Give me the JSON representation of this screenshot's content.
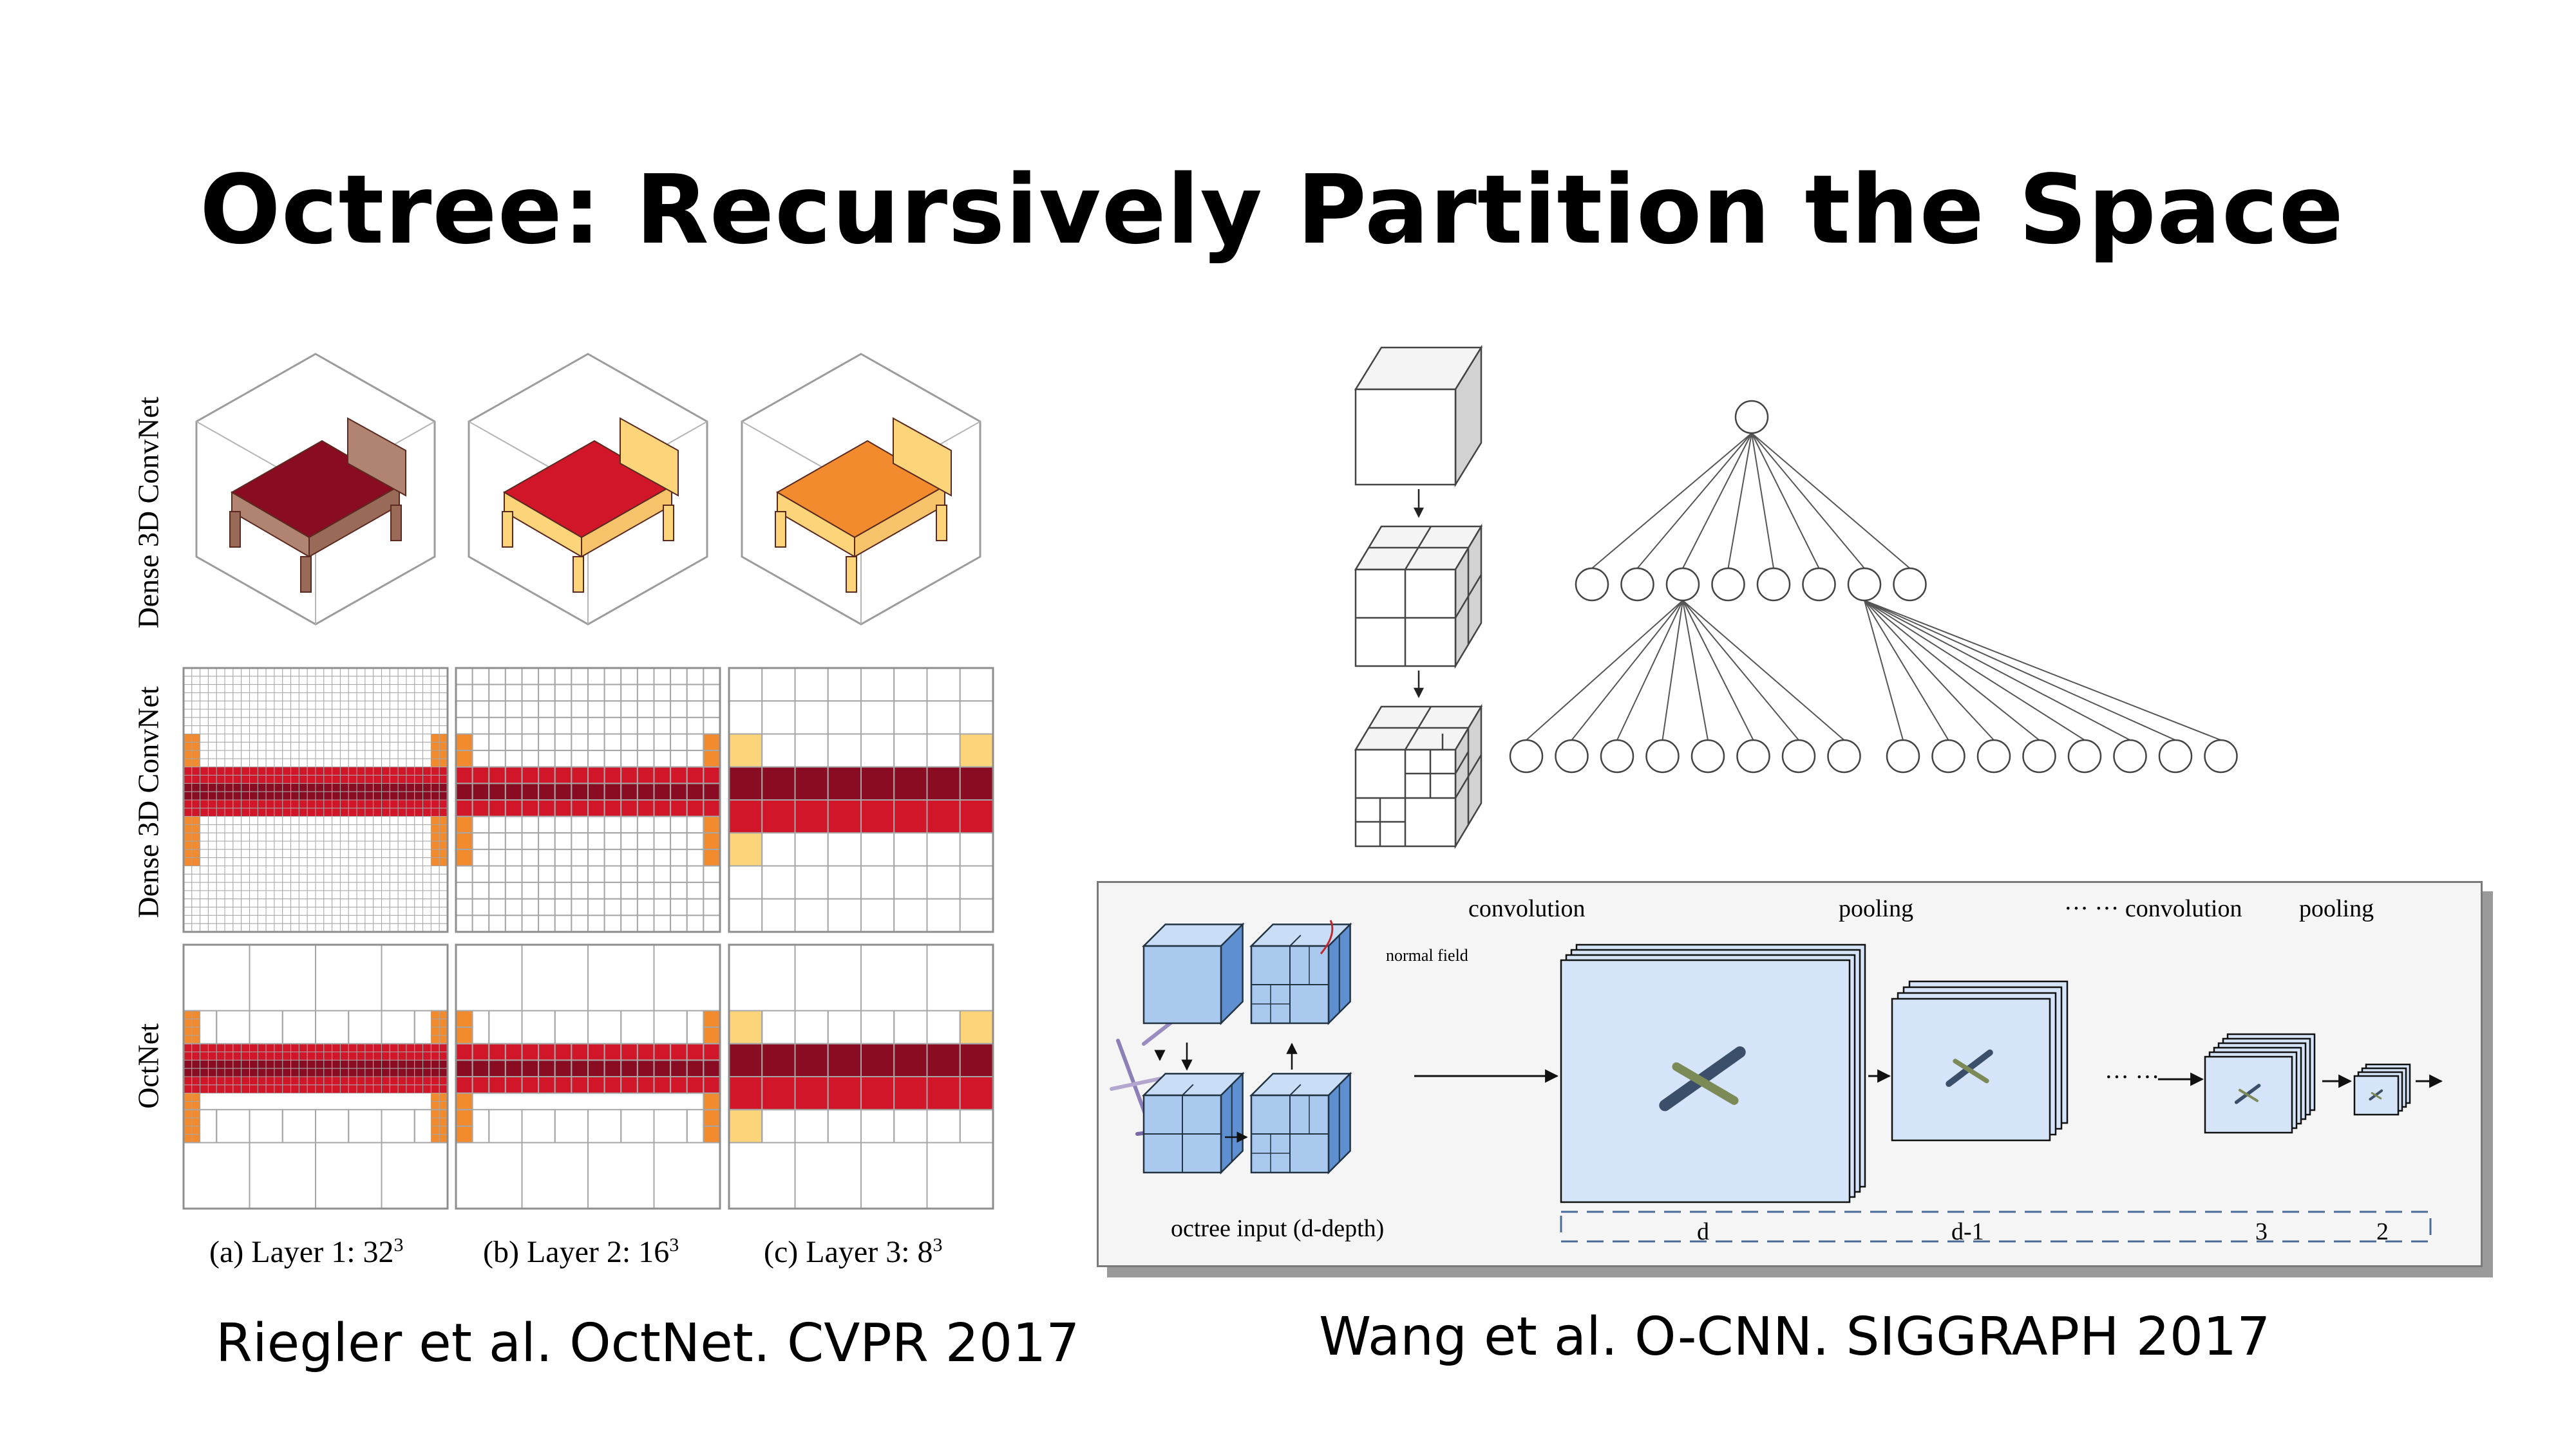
{
  "slide": {
    "title": "Octree: Recursively Partition the Space"
  },
  "left_figure": {
    "row_labels": [
      "Dense 3D ConvNet",
      "Dense 3D ConvNet",
      "OctNet"
    ],
    "column_labels": [
      {
        "prefix": "(a) Layer 1: 32",
        "sup": "3"
      },
      {
        "prefix": "(b) Layer 2: 16",
        "sup": "3"
      },
      {
        "prefix": "(c) Layer 3: 8",
        "sup": "3"
      }
    ],
    "caption": "Riegler et al. OctNet. CVPR 2017",
    "colors": {
      "dark": "#8a0c22",
      "red": "#d1162a",
      "orange": "#f28a2e",
      "yellow": "#fcd47a",
      "grid": "#a6a6a6"
    }
  },
  "right_figure": {
    "caption": "Wang et al. O-CNN. SIGGRAPH 2017",
    "ocnn": {
      "top_labels": [
        "convolution",
        "pooling",
        "··· ··· convolution",
        "pooling"
      ],
      "normal_field": "normal field",
      "input_label": "octree input (d-depth)",
      "ellipsis": "··· ···",
      "depth_labels": [
        "d",
        "d-1",
        "3",
        "2"
      ],
      "colors": {
        "cube": "#a9c9ef",
        "cube_dark": "#5d8fd1",
        "feature": "#d5e4f8"
      }
    }
  }
}
